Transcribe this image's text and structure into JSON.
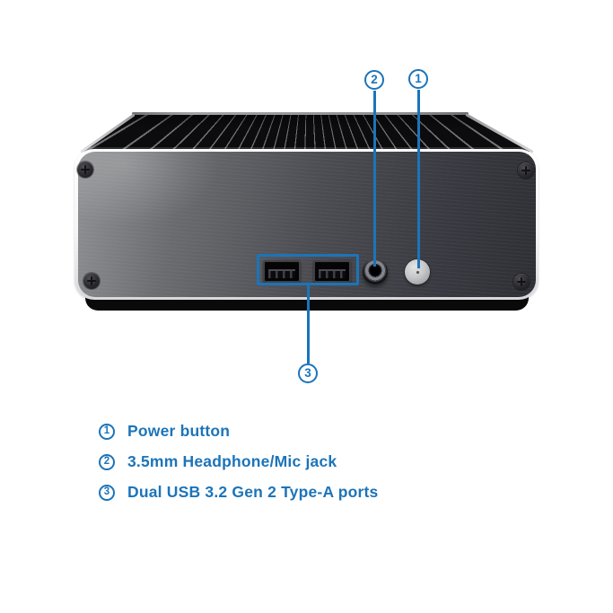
{
  "figure": {
    "accent_color": "#1C74B9",
    "device_body_color": "#2E2F35",
    "device_edge_color": "#FFFFFF"
  },
  "legend": {
    "items": [
      {
        "digit": "1",
        "text": "Power button"
      },
      {
        "digit": "2",
        "text": "3.5mm Headphone/Mic jack"
      },
      {
        "digit": "3",
        "text": "Dual USB 3.2 Gen 2 Type-A ports"
      }
    ]
  }
}
